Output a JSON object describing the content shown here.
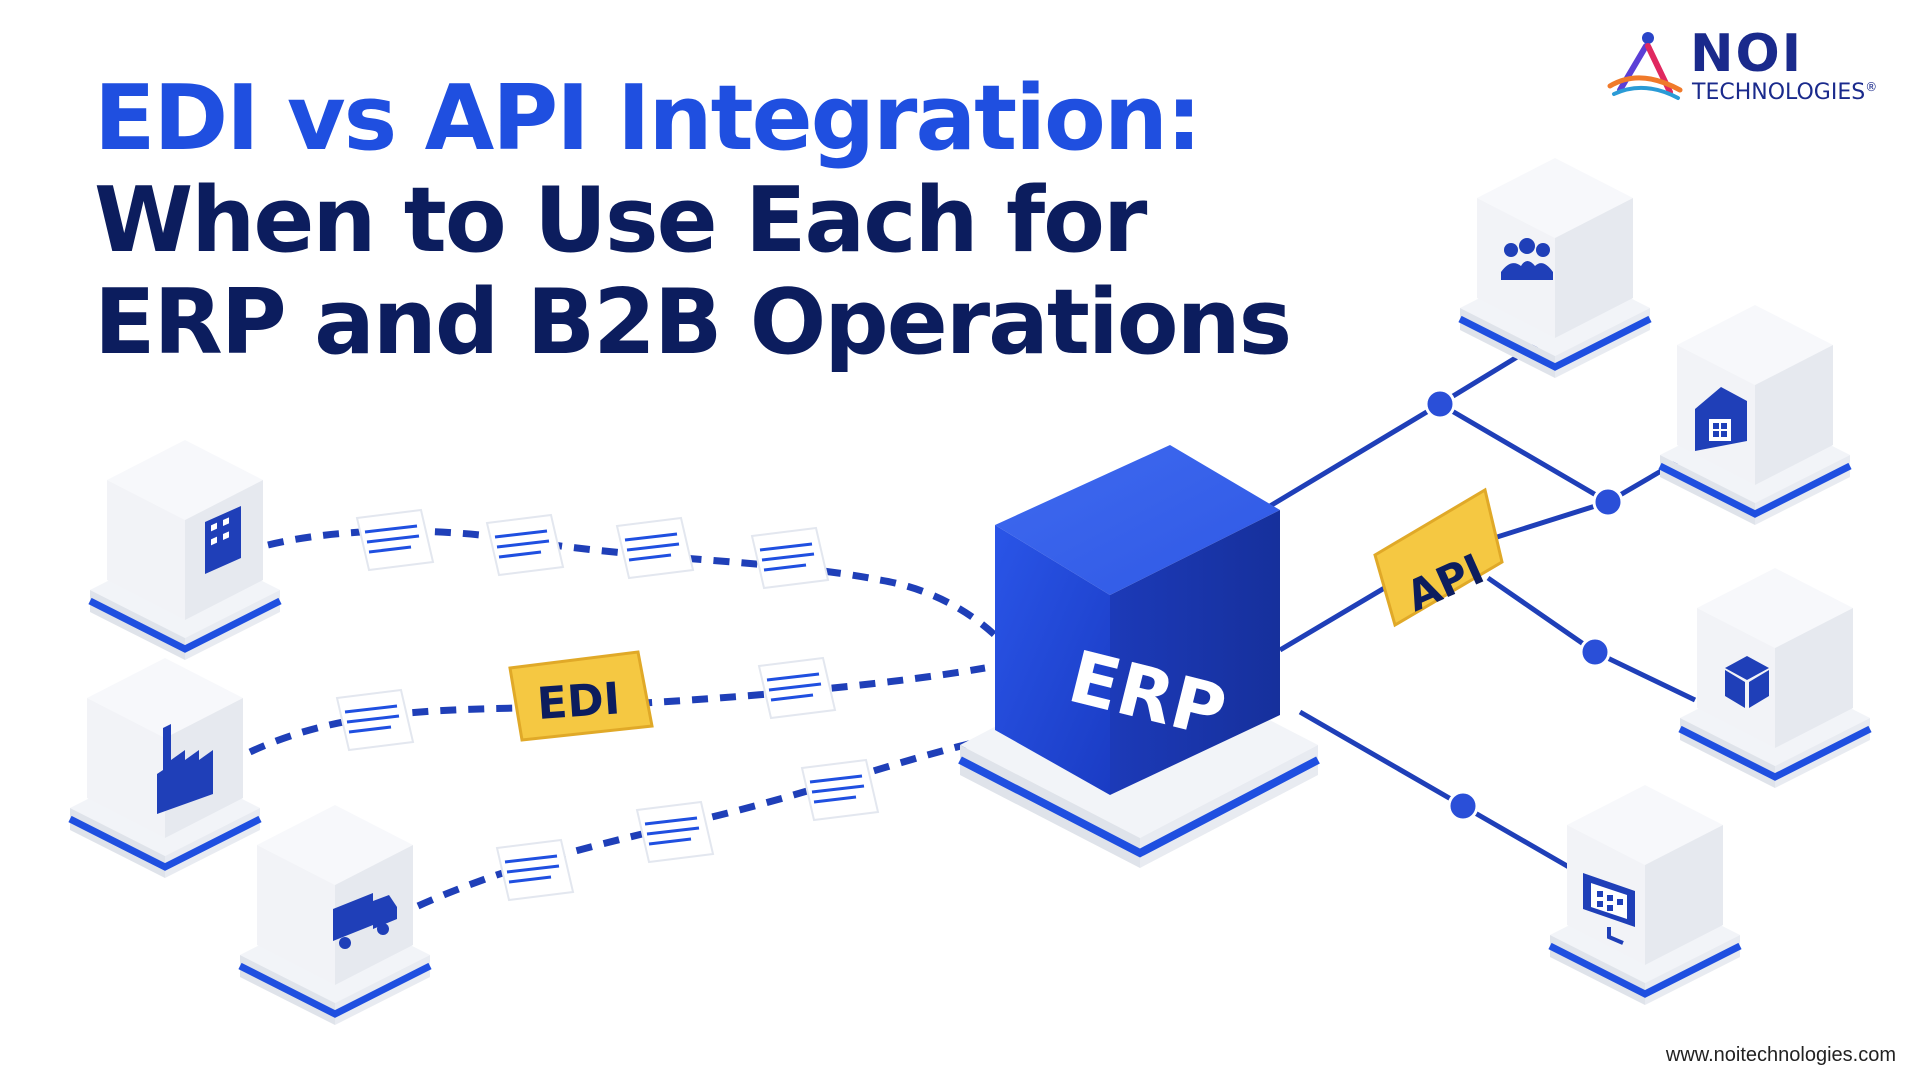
{
  "title": {
    "line1": "EDI vs API Integration:",
    "line2": "When to Use Each for",
    "line3": "ERP and B2B Operations"
  },
  "logo": {
    "name": "NOI",
    "subtitle": "TECHNOLOGIES",
    "registered": "®"
  },
  "diagram": {
    "hub_label": "ERP",
    "edi_label": "EDI",
    "api_label": "API",
    "edi_partners": [
      "building-icon",
      "factory-icon",
      "truck-icon"
    ],
    "api_partners": [
      "team-icon",
      "warehouse-icon",
      "package-icon",
      "monitor-dashboard-icon"
    ]
  },
  "colors": {
    "brand_blue": "#1f4fe0",
    "navy": "#0c1d5e",
    "badge_yellow": "#f5c842",
    "cube_blue": "#2349d6"
  },
  "footer": {
    "url": "www.noitechnologies.com"
  }
}
